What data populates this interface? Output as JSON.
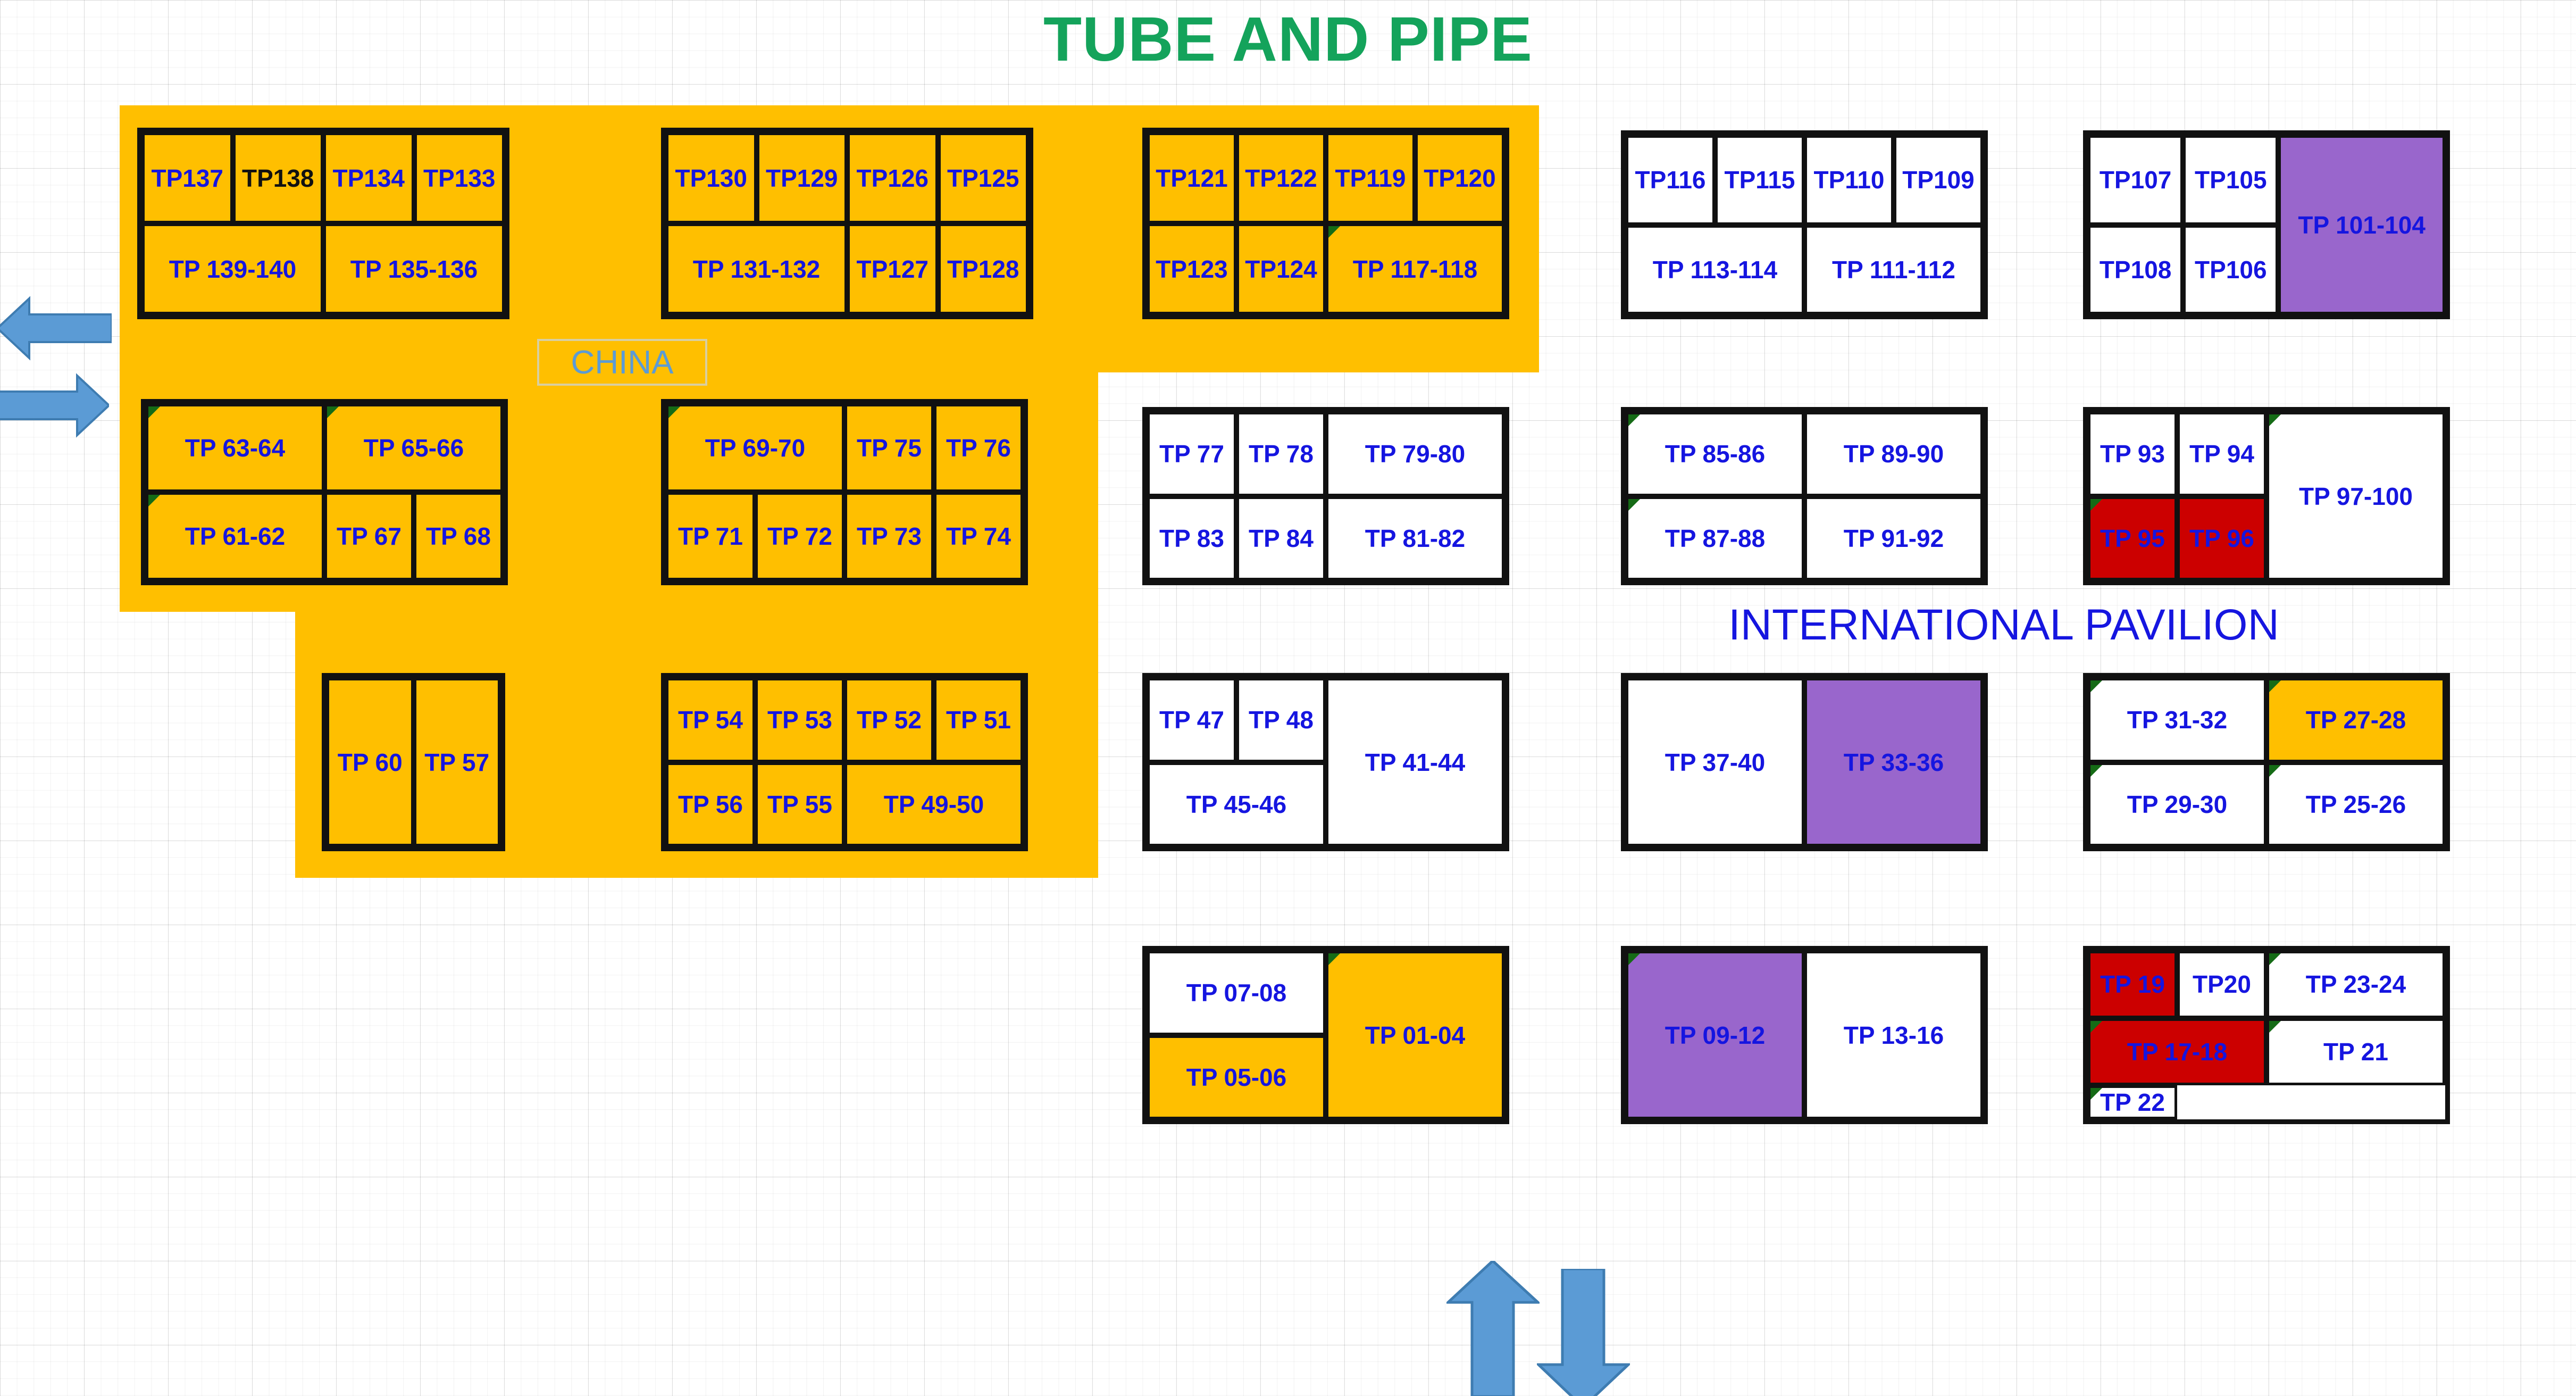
{
  "title": "TUBE AND PIPE",
  "labels": {
    "china": "CHINA",
    "pavilion": "INTERNATIONAL PAVILION"
  },
  "colors": {
    "title_green": "#14A35B",
    "booth_text_blue": "#1515E0",
    "hall_yellow": "#FFBF00",
    "purple": "#9966CC",
    "red": "#CC0000",
    "white": "#FFFFFF",
    "border_black": "#111111",
    "arrow_blue": "#5B9BD5",
    "corner_green": "#156B16",
    "china_label_blue": "#5B9BD5"
  },
  "icons": {
    "arrow_left": "arrow-left-icon",
    "arrow_right": "arrow-right-icon",
    "arrow_up": "arrow-up-icon",
    "arrow_down": "arrow-down-icon",
    "corner_marker": "green-corner-marker-icon"
  },
  "blocks": [
    {
      "id": "block-tp133-140",
      "row": "row-1",
      "cells": [
        {
          "label": "TP137",
          "fill": "yellow"
        },
        {
          "label": "TP138",
          "fill": "yellow"
        },
        {
          "label": "TP134",
          "fill": "yellow"
        },
        {
          "label": "TP133",
          "fill": "yellow"
        },
        {
          "label": "TP 139-140",
          "fill": "yellow"
        },
        {
          "label": "TP 135-136",
          "fill": "yellow"
        }
      ]
    },
    {
      "id": "block-tp125-132",
      "row": "row-1",
      "cells": [
        {
          "label": "TP130",
          "fill": "yellow"
        },
        {
          "label": "TP129",
          "fill": "yellow"
        },
        {
          "label": "TP126",
          "fill": "yellow"
        },
        {
          "label": "TP125",
          "fill": "yellow"
        },
        {
          "label": "TP 131-132",
          "fill": "yellow"
        },
        {
          "label": "TP127",
          "fill": "yellow"
        },
        {
          "label": "TP128",
          "fill": "yellow"
        }
      ]
    },
    {
      "id": "block-tp117-124",
      "row": "row-1",
      "cells": [
        {
          "label": "TP121",
          "fill": "yellow"
        },
        {
          "label": "TP122",
          "fill": "yellow"
        },
        {
          "label": "TP119",
          "fill": "yellow"
        },
        {
          "label": "TP120",
          "fill": "yellow"
        },
        {
          "label": "TP123",
          "fill": "yellow"
        },
        {
          "label": "TP124",
          "fill": "yellow"
        },
        {
          "label": "TP 117-118",
          "fill": "yellow"
        }
      ]
    },
    {
      "id": "block-tp109-116",
      "row": "row-1",
      "cells": [
        {
          "label": "TP116",
          "fill": "white"
        },
        {
          "label": "TP115",
          "fill": "white"
        },
        {
          "label": "TP110",
          "fill": "white"
        },
        {
          "label": "TP109",
          "fill": "white"
        },
        {
          "label": "TP 113-114",
          "fill": "white"
        },
        {
          "label": "TP 111-112",
          "fill": "white"
        }
      ]
    },
    {
      "id": "block-tp101-108",
      "row": "row-1",
      "cells": [
        {
          "label": "TP107",
          "fill": "white"
        },
        {
          "label": "TP105",
          "fill": "white"
        },
        {
          "label": "TP 101-104",
          "fill": "purple"
        },
        {
          "label": "TP108",
          "fill": "white"
        },
        {
          "label": "TP106",
          "fill": "white"
        }
      ]
    },
    {
      "id": "block-tp61-68",
      "row": "row-2",
      "cells": [
        {
          "label": "TP 63-64",
          "fill": "yellow"
        },
        {
          "label": "TP 65-66",
          "fill": "yellow"
        },
        {
          "label": "TP 61-62",
          "fill": "yellow"
        },
        {
          "label": "TP 67",
          "fill": "yellow"
        },
        {
          "label": "TP 68",
          "fill": "yellow"
        }
      ]
    },
    {
      "id": "block-tp69-76",
      "row": "row-2",
      "cells": [
        {
          "label": "TP 69-70",
          "fill": "yellow"
        },
        {
          "label": "TP 75",
          "fill": "yellow"
        },
        {
          "label": "TP 76",
          "fill": "yellow"
        },
        {
          "label": "TP 71",
          "fill": "yellow"
        },
        {
          "label": "TP 72",
          "fill": "yellow"
        },
        {
          "label": "TP 73",
          "fill": "yellow"
        },
        {
          "label": "TP 74",
          "fill": "yellow"
        }
      ]
    },
    {
      "id": "block-tp77-84",
      "row": "row-2",
      "cells": [
        {
          "label": "TP 77",
          "fill": "white"
        },
        {
          "label": "TP 78",
          "fill": "white"
        },
        {
          "label": "TP 79-80",
          "fill": "white"
        },
        {
          "label": "TP 83",
          "fill": "white"
        },
        {
          "label": "TP 84",
          "fill": "white"
        },
        {
          "label": "TP 81-82",
          "fill": "white"
        }
      ]
    },
    {
      "id": "block-tp85-92",
      "row": "row-2",
      "cells": [
        {
          "label": "TP 85-86",
          "fill": "white"
        },
        {
          "label": "TP 89-90",
          "fill": "white"
        },
        {
          "label": "TP 87-88",
          "fill": "white"
        },
        {
          "label": "TP 91-92",
          "fill": "white"
        }
      ]
    },
    {
      "id": "block-tp93-100",
      "row": "row-2",
      "cells": [
        {
          "label": "TP 93",
          "fill": "white"
        },
        {
          "label": "TP 94",
          "fill": "white"
        },
        {
          "label": "TP 97-100",
          "fill": "white"
        },
        {
          "label": "TP 95",
          "fill": "red"
        },
        {
          "label": "TP 96",
          "fill": "red"
        }
      ]
    },
    {
      "id": "block-tp57-60",
      "row": "row-3",
      "cells": [
        {
          "label": "TP 60",
          "fill": "yellow"
        },
        {
          "label": "TP 57",
          "fill": "yellow"
        }
      ]
    },
    {
      "id": "block-tp49-56",
      "row": "row-3",
      "cells": [
        {
          "label": "TP 54",
          "fill": "yellow"
        },
        {
          "label": "TP 53",
          "fill": "yellow"
        },
        {
          "label": "TP 52",
          "fill": "yellow"
        },
        {
          "label": "TP 51",
          "fill": "yellow"
        },
        {
          "label": "TP 56",
          "fill": "yellow"
        },
        {
          "label": "TP 55",
          "fill": "yellow"
        },
        {
          "label": "TP 49-50",
          "fill": "yellow"
        }
      ]
    },
    {
      "id": "block-tp41-48",
      "row": "row-3",
      "cells": [
        {
          "label": "TP 47",
          "fill": "white"
        },
        {
          "label": "TP 48",
          "fill": "white"
        },
        {
          "label": "TP 41-44",
          "fill": "white"
        },
        {
          "label": "TP 45-46",
          "fill": "white"
        }
      ]
    },
    {
      "id": "block-tp33-40",
      "row": "row-3",
      "cells": [
        {
          "label": "TP 37-40",
          "fill": "white"
        },
        {
          "label": "TP 33-36",
          "fill": "purple"
        }
      ]
    },
    {
      "id": "block-tp25-32",
      "row": "row-3",
      "cells": [
        {
          "label": "TP 31-32",
          "fill": "white"
        },
        {
          "label": "TP 27-28",
          "fill": "yellow"
        },
        {
          "label": "TP 29-30",
          "fill": "white"
        },
        {
          "label": "TP 25-26",
          "fill": "white"
        }
      ]
    },
    {
      "id": "block-tp01-08",
      "row": "row-4",
      "cells": [
        {
          "label": "TP 07-08",
          "fill": "white"
        },
        {
          "label": "TP 01-04",
          "fill": "yellow"
        },
        {
          "label": "TP 05-06",
          "fill": "yellow"
        }
      ]
    },
    {
      "id": "block-tp09-16",
      "row": "row-4",
      "cells": [
        {
          "label": "TP 09-12",
          "fill": "purple"
        },
        {
          "label": "TP 13-16",
          "fill": "white"
        }
      ]
    },
    {
      "id": "block-tp17-24",
      "row": "row-4",
      "cells": [
        {
          "label": "TP 19",
          "fill": "red"
        },
        {
          "label": "TP20",
          "fill": "white"
        },
        {
          "label": "TP 23-24",
          "fill": "white"
        },
        {
          "label": "TP 17-18",
          "fill": "red"
        },
        {
          "label": "TP 21",
          "fill": "white"
        },
        {
          "label": "TP 22",
          "fill": "white"
        }
      ]
    }
  ]
}
